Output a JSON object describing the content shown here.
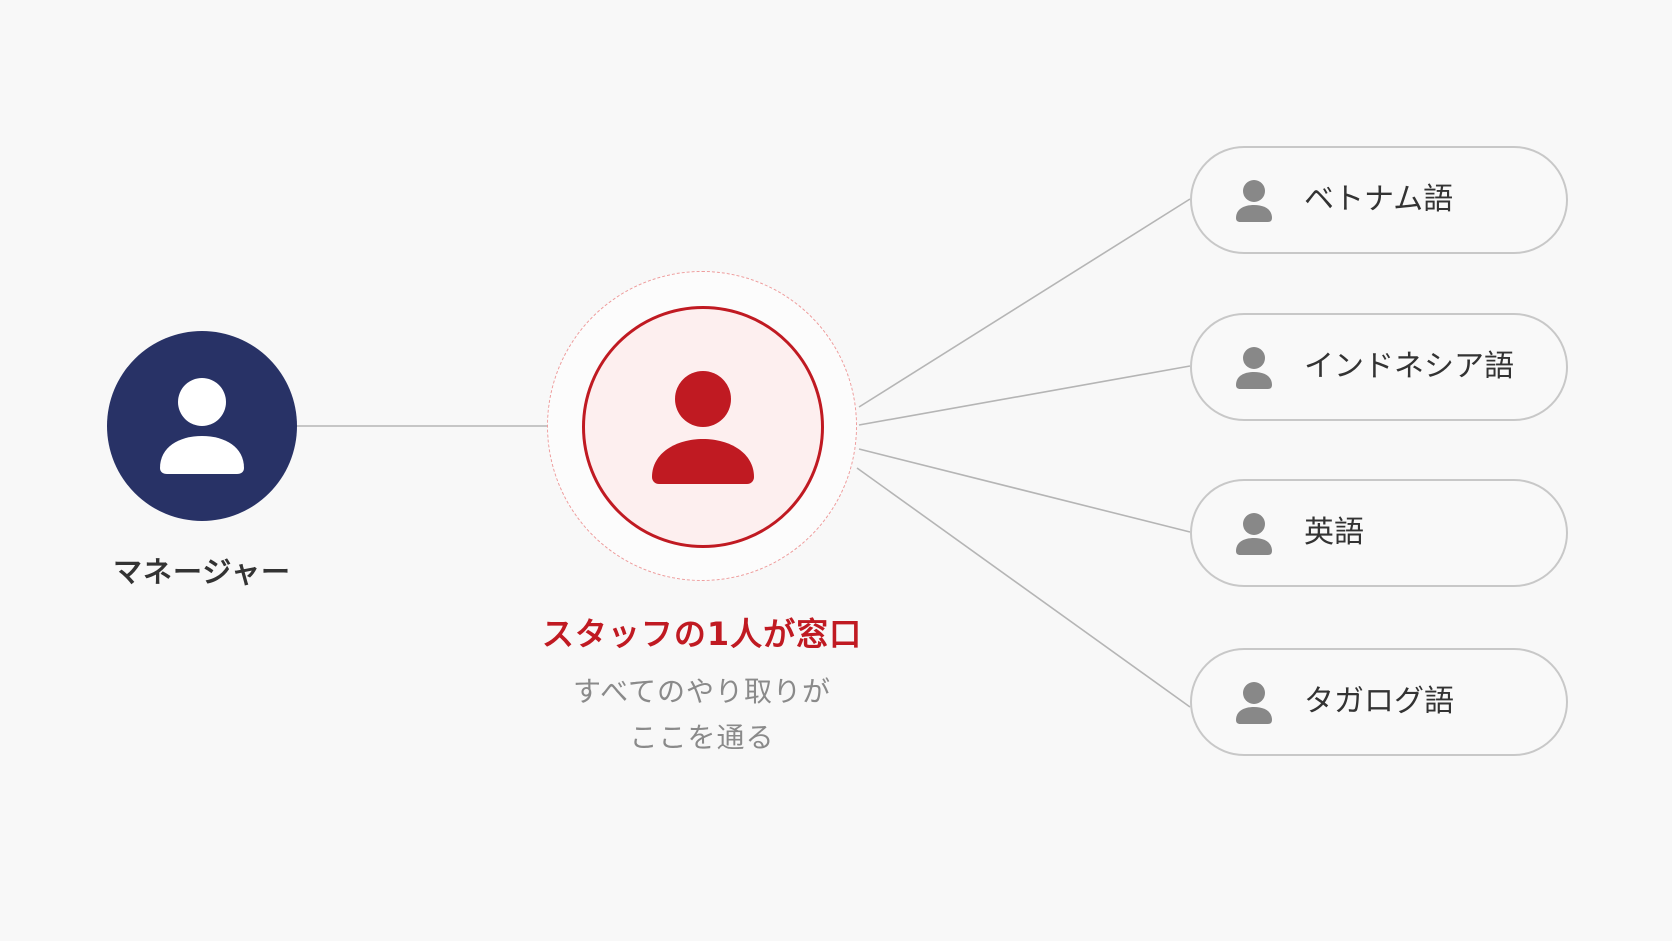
{
  "manager": {
    "label": "マネージャー",
    "icon": "person-icon",
    "color": "#283266"
  },
  "hub": {
    "title": "スタッフの1人が窓口",
    "subtitle_line1": "すべてのやり取りが",
    "subtitle_line2": "ここを通る",
    "icon": "person-icon",
    "color": "#c01a22"
  },
  "languages": [
    {
      "label": "ベトナム語",
      "icon": "person-icon"
    },
    {
      "label": "インドネシア語",
      "icon": "person-icon"
    },
    {
      "label": "英語",
      "icon": "person-icon"
    },
    {
      "label": "タガログ語",
      "icon": "person-icon"
    }
  ],
  "colors": {
    "line": "#b5b5b5",
    "icon_gray": "#888888"
  }
}
